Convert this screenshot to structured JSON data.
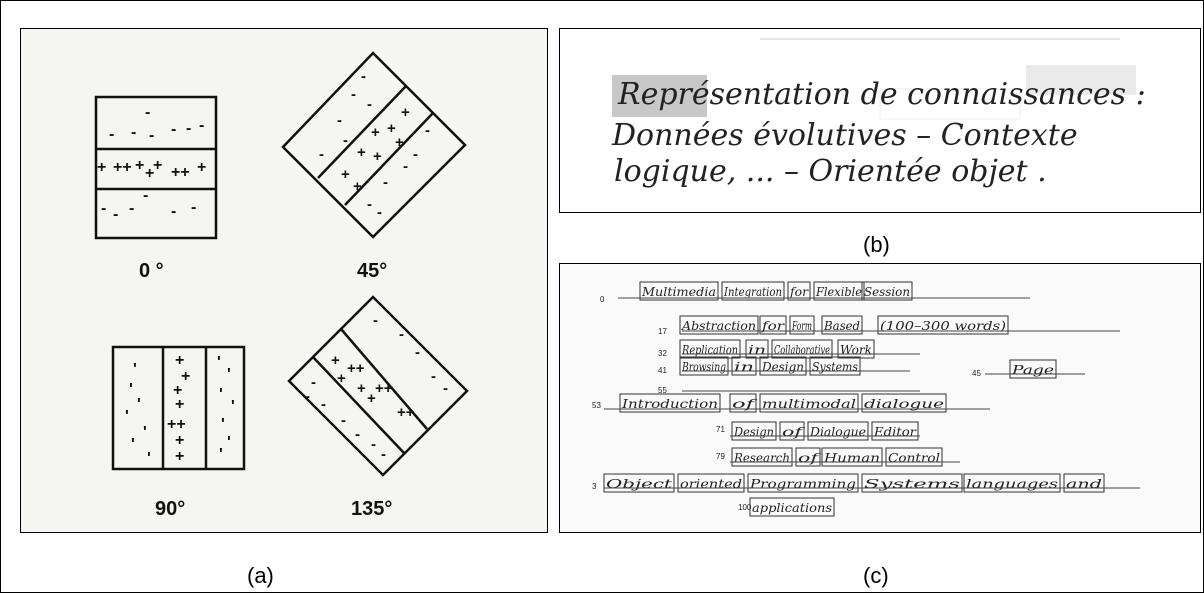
{
  "captions": {
    "a": "(a)",
    "b": "(b)",
    "c": "(c)"
  },
  "panel_a": {
    "angles": [
      "0 °",
      "45°",
      "90°",
      "135°"
    ]
  },
  "panel_b": {
    "lines": [
      "Représentation de connaissances :",
      "Données évolutives – Contexte",
      "logique, ... – Orientée objet ."
    ]
  },
  "panel_c": {
    "line_numbers": [
      "0",
      "17",
      "32",
      "41",
      "45",
      "55",
      "53",
      "71",
      "79",
      "3",
      "100"
    ],
    "words": [
      "Multimedia",
      "Integration",
      "for",
      "Flexible",
      "Session",
      "Abstraction",
      "for",
      "Form",
      "Based",
      "(100–300 words)",
      "Replication",
      "in",
      "Collaborative",
      "Work",
      "Browsing",
      "in",
      "Design",
      "Systems",
      "Page",
      "Introduction",
      "of",
      "multimodal",
      "dialogue",
      "Design",
      "of",
      "Dialogue",
      "Editor",
      "Research",
      "of",
      "Human",
      "Control",
      "Object",
      "oriented",
      "Programming",
      "Systems",
      "languages",
      "and",
      "applications"
    ]
  },
  "colors": {
    "border": "#000000",
    "ink": "#222222",
    "highlight": "#c8c8c8"
  }
}
